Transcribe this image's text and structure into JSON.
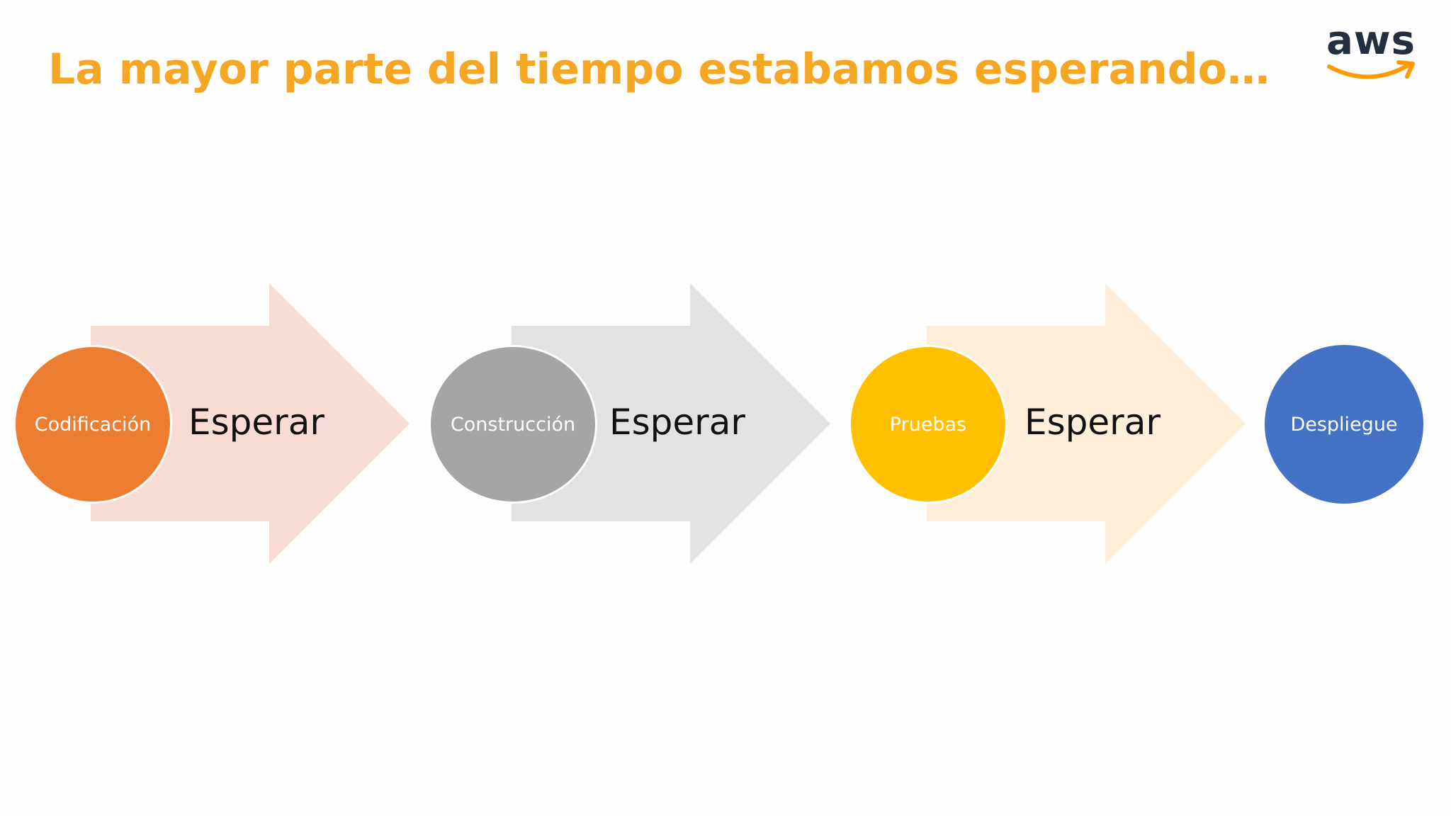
{
  "slide": {
    "title": "La mayor parte del tiempo estabamos esperando…",
    "title_color": "#f5a623",
    "logo": {
      "text": "aws",
      "text_color": "#232f3e",
      "smile_color": "#ff9900",
      "icon": "aws-logo"
    }
  },
  "process": {
    "stages": [
      {
        "label": "Codificación",
        "color": "#ed7d31"
      },
      {
        "label": "Construcción",
        "color": "#a5a5a7"
      },
      {
        "label": "Pruebas",
        "color": "#fec000"
      },
      {
        "label": "Despliegue",
        "color": "#4472c4"
      }
    ],
    "waits": [
      {
        "label": "Esperar",
        "color": "#f8dbd5"
      },
      {
        "label": "Esperar",
        "color": "#e2e1e4"
      },
      {
        "label": "Esperar",
        "color": "#feeed7"
      }
    ]
  }
}
